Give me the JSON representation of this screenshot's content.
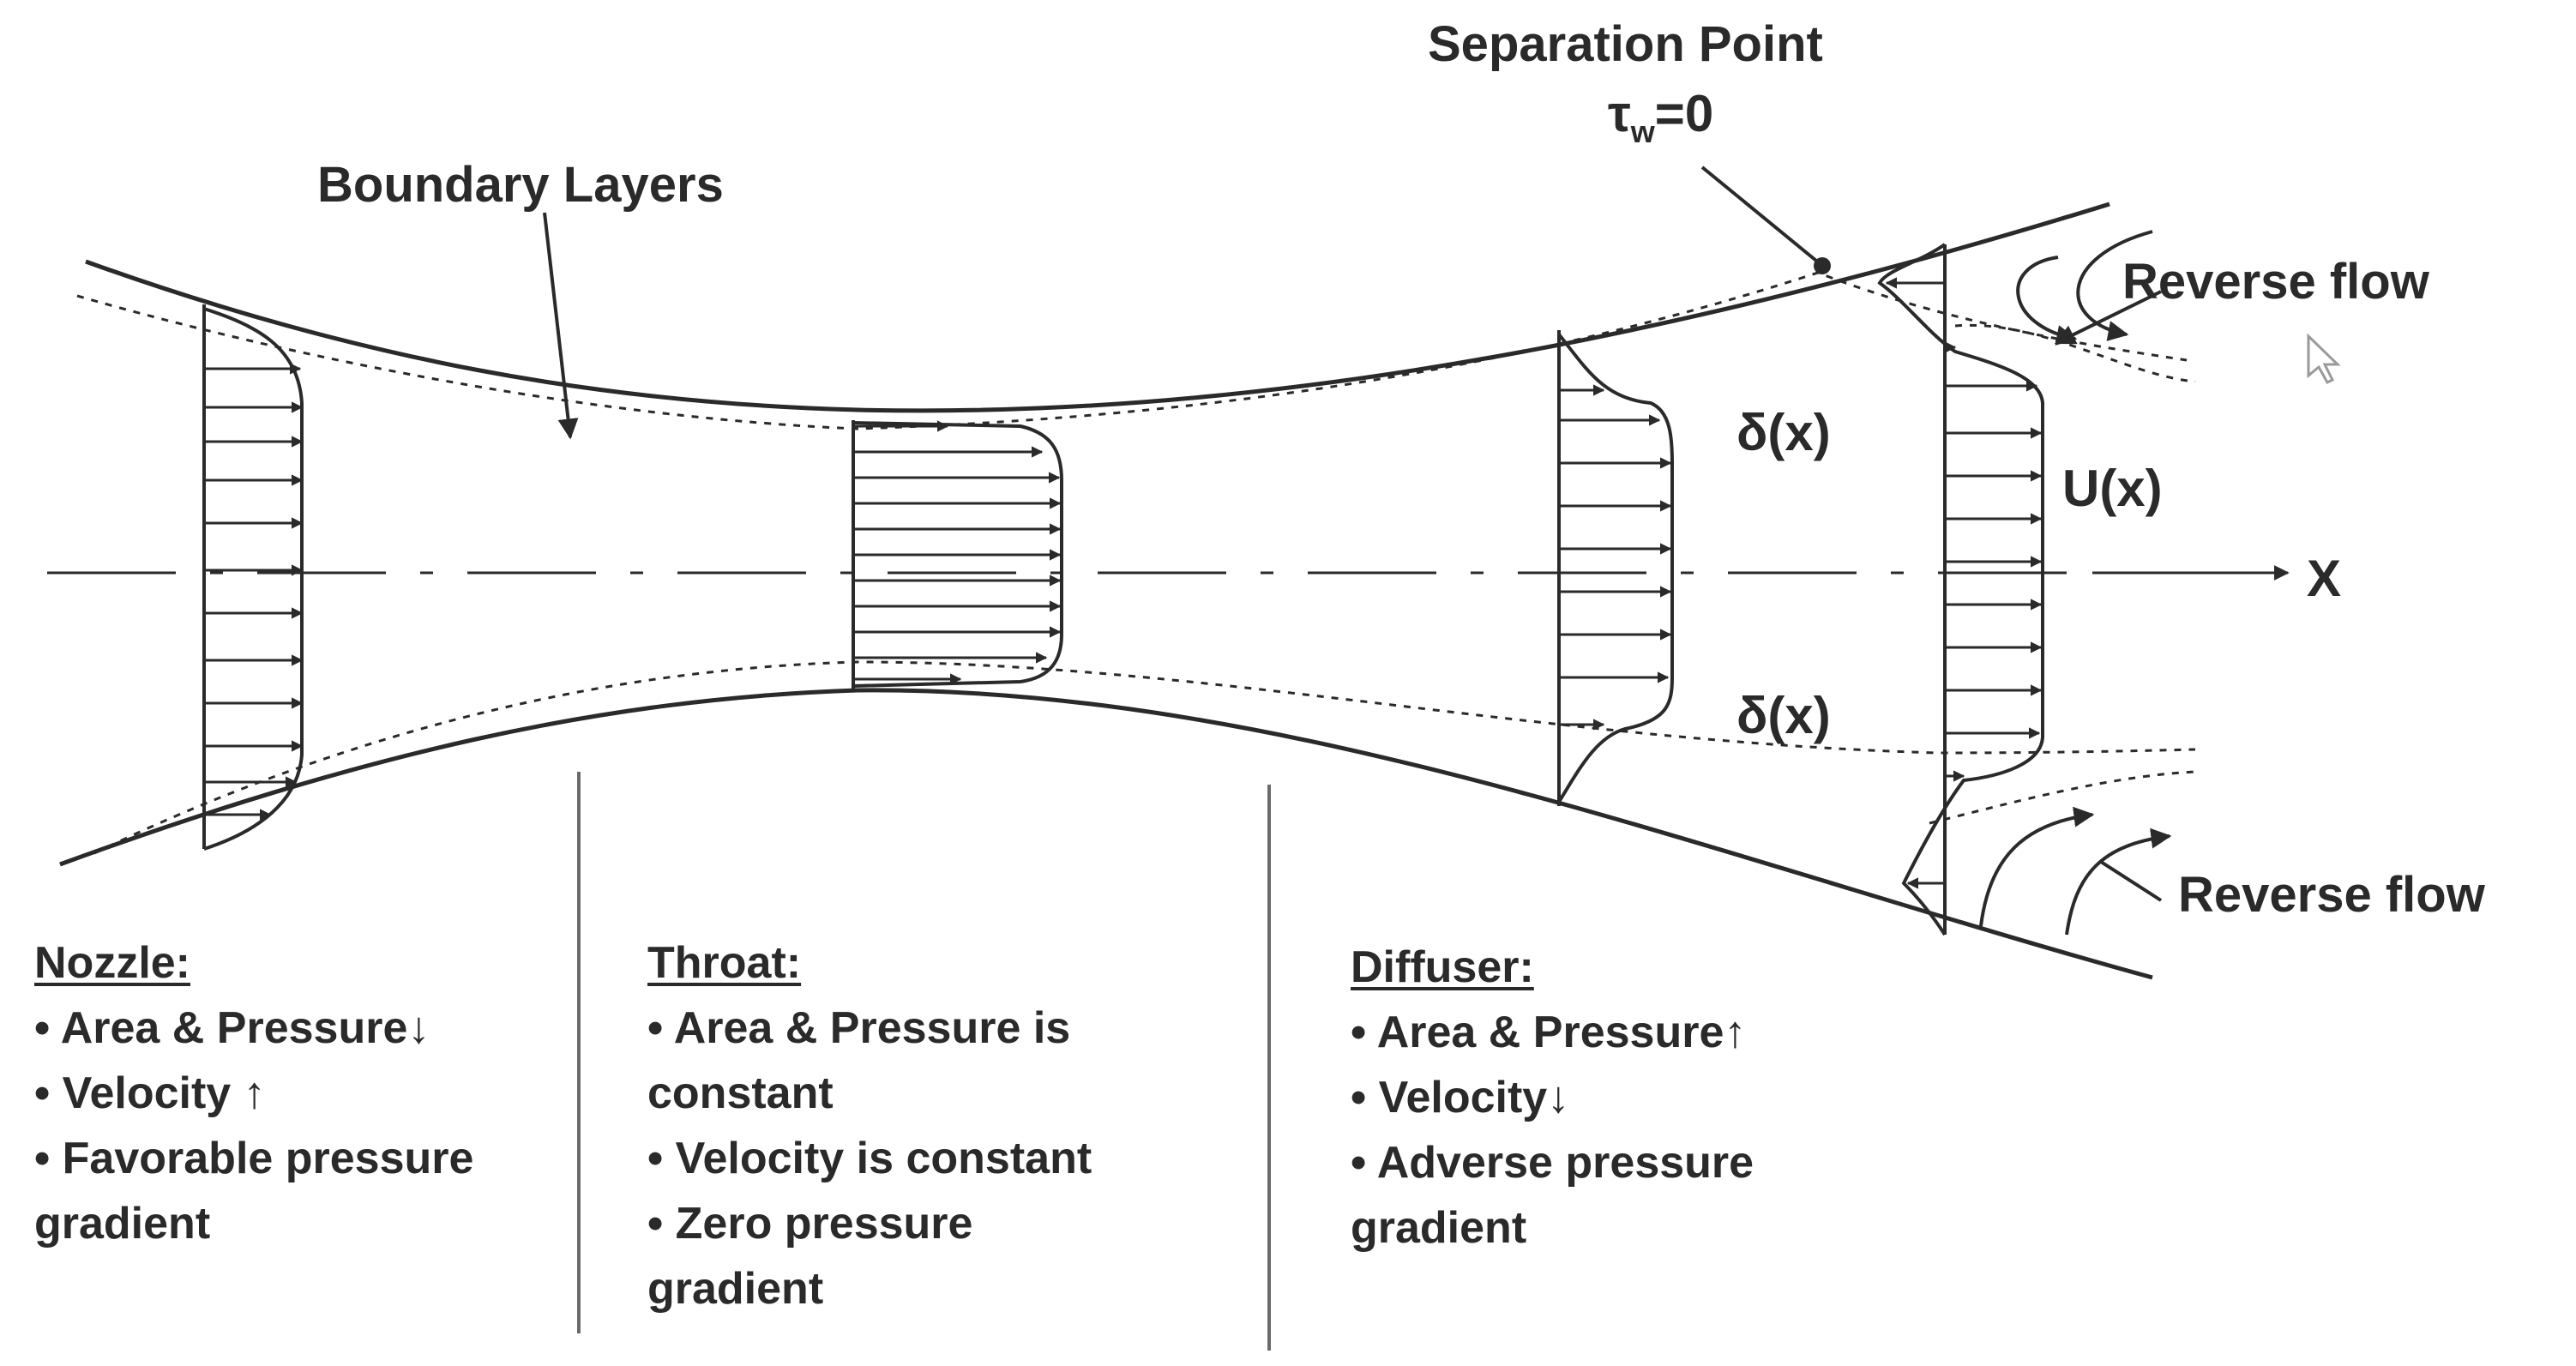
{
  "labels": {
    "separation_point": "Separation Point",
    "tau_symbol": "τ",
    "tau_subscript": "w",
    "tau_value": "=0",
    "boundary_layers": "Boundary Layers",
    "reverse_flow_top": "Reverse flow",
    "reverse_flow_bottom": "Reverse flow",
    "delta_top": "δ(x)",
    "delta_bottom": "δ(x)",
    "u_of_x": "U(x)",
    "x_axis": "X"
  },
  "sections": {
    "nozzle": {
      "title": "Nozzle:",
      "lines": [
        "• Area & Pressure",
        "• Velocity",
        "• Favorable pressure",
        "gradient"
      ],
      "arrows": [
        "down",
        "up"
      ]
    },
    "throat": {
      "title": "Throat:",
      "lines": [
        "• Area & Pressure is",
        "constant",
        "• Velocity is constant",
        "• Zero pressure",
        "gradient"
      ]
    },
    "diffuser": {
      "title": "Diffuser:",
      "lines": [
        "• Area & Pressure",
        "• Velocity",
        "• Adverse pressure",
        "gradient"
      ],
      "arrows": [
        "up",
        "down"
      ]
    }
  },
  "colors": {
    "ink": "#2a2a2a",
    "background": "#ffffff"
  }
}
